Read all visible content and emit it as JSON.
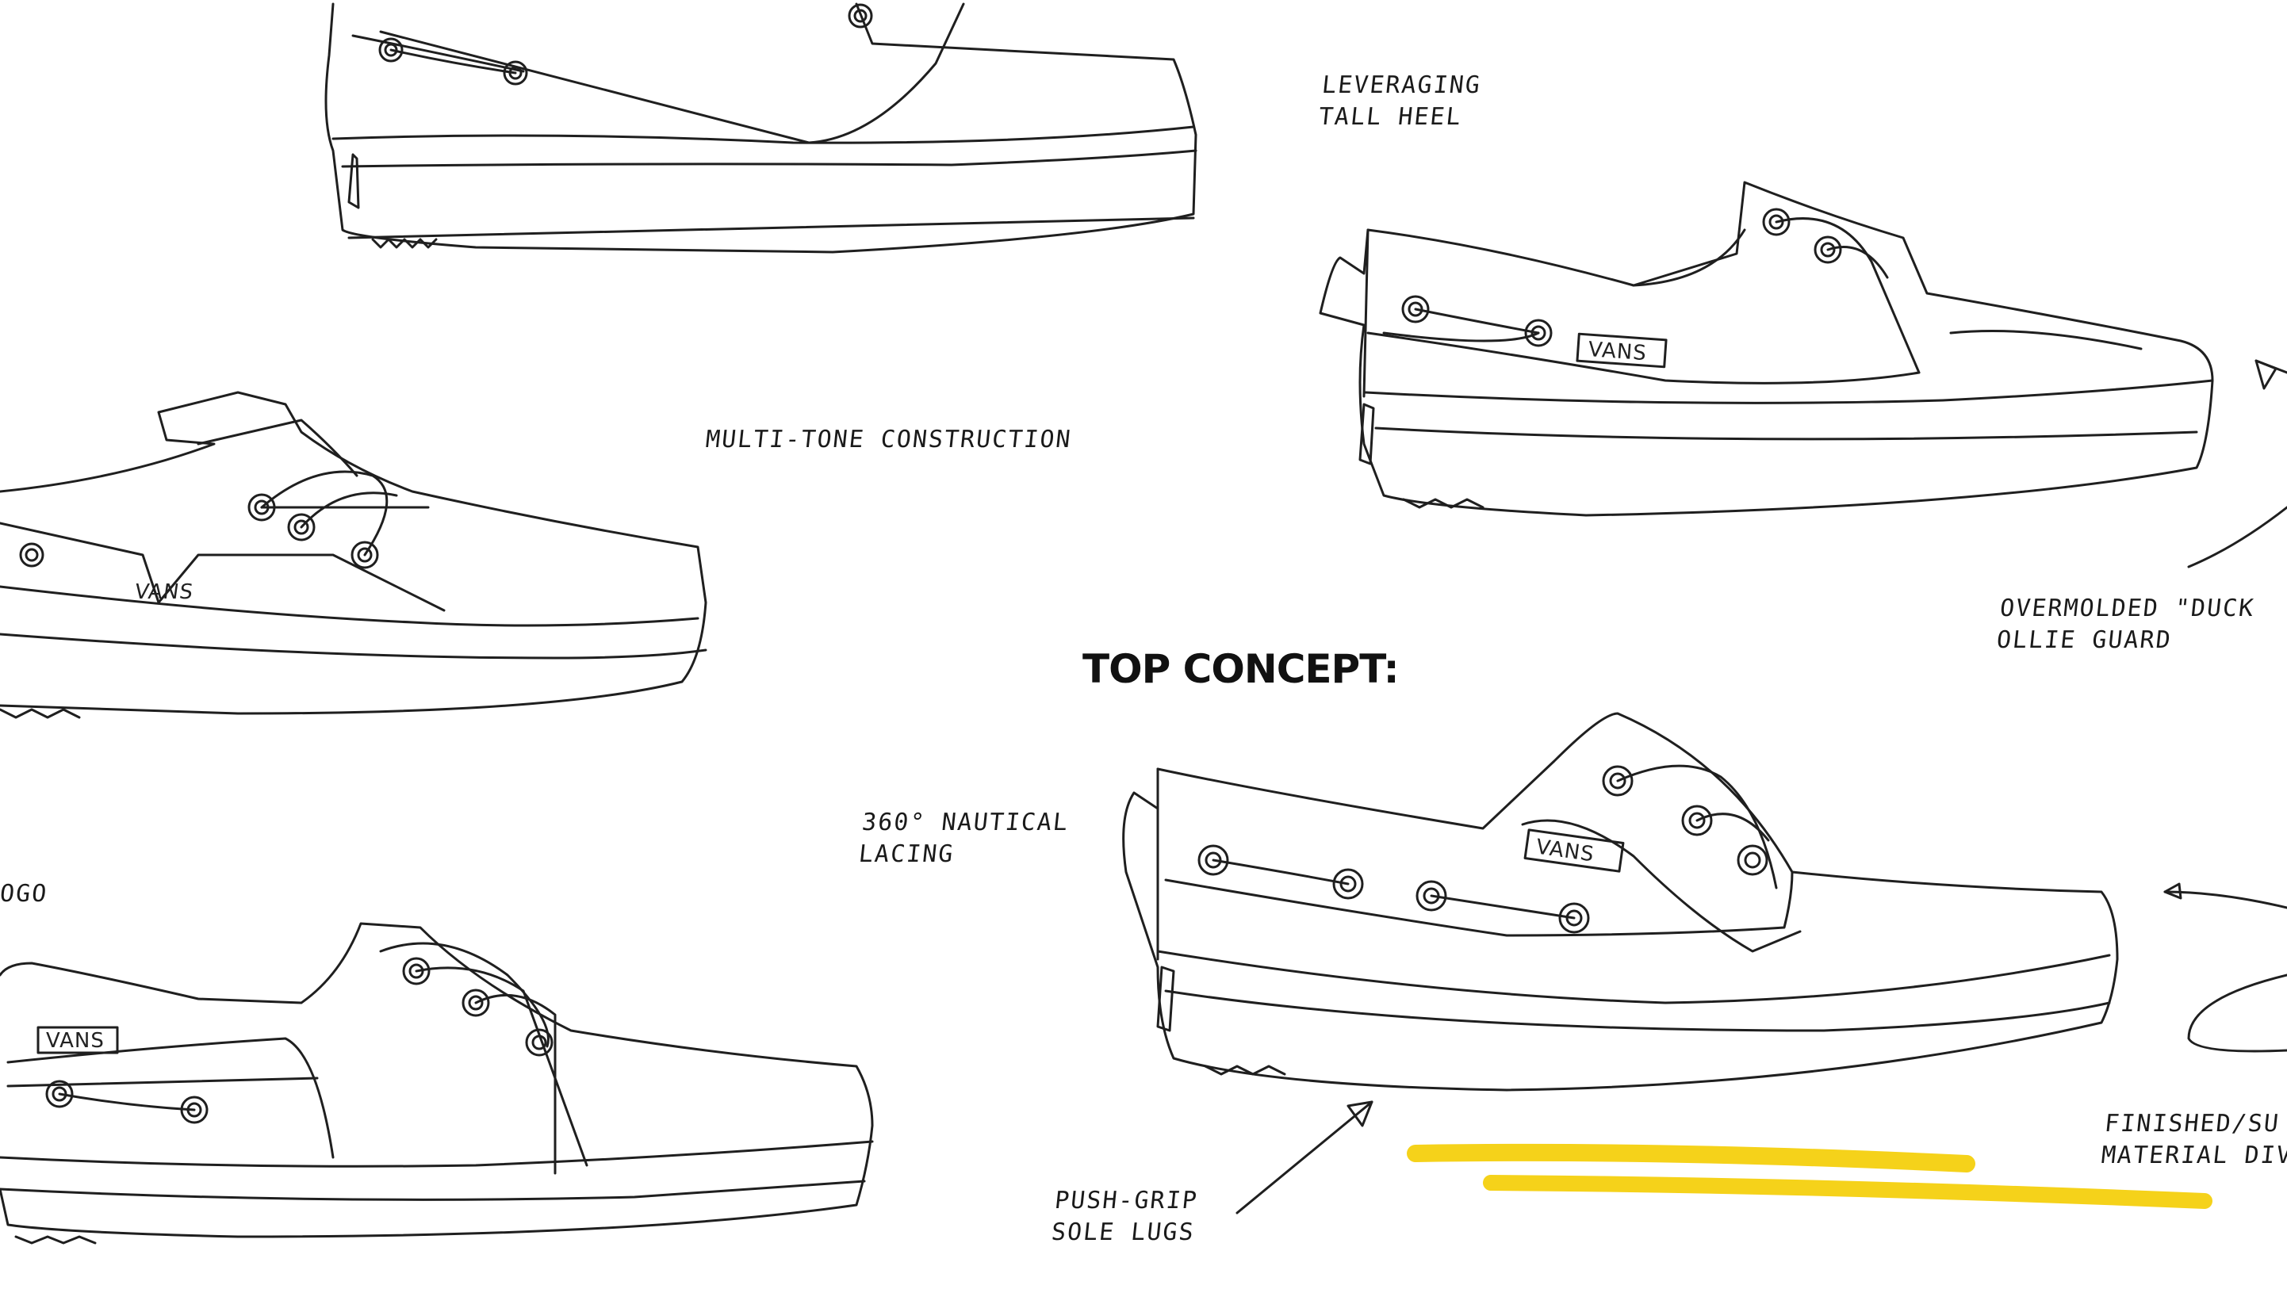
{
  "heading": "TOP CONCEPT:",
  "annotations": {
    "leveraging_tall_heel": [
      "LEVERAGING",
      "TALL HEEL"
    ],
    "multi_tone_construction": [
      "MULTI-TONE CONSTRUCTION"
    ],
    "overmolded_ollie_guard": [
      "OVERMOLDED \"DUCK",
      "OLLIE GUARD"
    ],
    "nautical_lacing": [
      "360° NAUTICAL",
      "LACING"
    ],
    "logo_partial": [
      "OGO"
    ],
    "push_grip_sole_lugs": [
      "PUSH-GRIP",
      "SOLE LUGS"
    ],
    "finished_material_division": [
      "FINISHED/SU",
      "MATERIAL DIVIS"
    ]
  },
  "brand_logo": "VANS",
  "colors": {
    "ink": "#1a1a1a",
    "highlight": "#f5d21a",
    "paper": "#ffffff"
  }
}
